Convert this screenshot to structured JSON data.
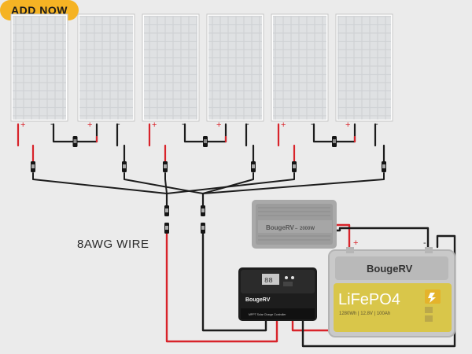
{
  "promo": {
    "wire_label": "8AWG WIRE",
    "button_label": "ADD NOW"
  },
  "panels": {
    "count": 6,
    "plus_label": "+",
    "minus_label": "-"
  },
  "inverter": {
    "brand": "BougeRV",
    "model": "2000W"
  },
  "controller": {
    "brand": "BougeRV",
    "caption": "MPPT Solar Charge Controller"
  },
  "battery": {
    "brand": "BougeRV",
    "chemistry": "LiFePO4",
    "specs": "1280Wh | 12.8V | 100Ah",
    "plus_label": "+",
    "minus_label": "-"
  },
  "colors": {
    "background": "#ebebeb",
    "positive_wire": "#d8232a",
    "negative_wire": "#1c1c1c",
    "accent_button": "#f5b324",
    "battery_yellow": "#d9c64a"
  }
}
